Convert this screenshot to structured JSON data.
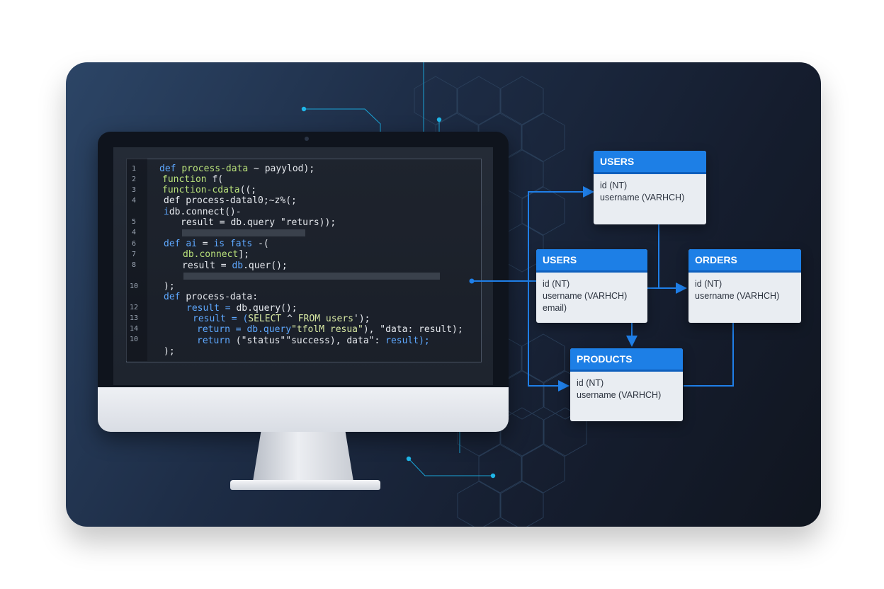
{
  "editor": {
    "line_numbers": [
      "1",
      "2",
      "3",
      "4",
      "5",
      "4",
      "6",
      "7",
      "8",
      "10",
      "12",
      "13",
      "14",
      "10"
    ],
    "lines": [
      [
        {
          "t": "def ",
          "c": "kw"
        },
        {
          "t": "process-data",
          "c": "fn"
        },
        {
          "t": " ~ payylod);",
          "c": "tx"
        }
      ],
      [
        {
          "t": "function ",
          "c": "fn"
        },
        {
          "t": "f(",
          "c": "tx"
        }
      ],
      [
        {
          "t": "function-cdata",
          "c": "fn"
        },
        {
          "t": "((;",
          "c": "tx"
        }
      ],
      [
        {
          "t": "def process-data",
          "c": "tx"
        },
        {
          "t": "l0;~z%(;",
          "c": "tx"
        }
      ],
      [
        {
          "t": "i",
          "c": "kw"
        },
        {
          "t": "db.connect()-",
          "c": "tx"
        }
      ],
      [
        {
          "t": "result = db.query \"returs));",
          "c": "tx"
        }
      ],
      [
        {
          "t": "",
          "c": "tx"
        }
      ],
      [
        {
          "t": "def ",
          "c": "kw"
        },
        {
          "t": "ai",
          "c": "kw"
        },
        {
          "t": " = ",
          "c": "tx"
        },
        {
          "t": "is fats",
          "c": "kw"
        },
        {
          "t": " -(",
          "c": "tx"
        }
      ],
      [
        {
          "t": "db.connect",
          "c": "fn"
        },
        {
          "t": "];",
          "c": "tx"
        }
      ],
      [
        {
          "t": "result = ",
          "c": "tx"
        },
        {
          "t": "db",
          "c": "kw"
        },
        {
          "t": ".quer();",
          "c": "tx"
        }
      ],
      [
        {
          "t": "",
          "c": "tx"
        }
      ],
      [
        {
          "t": ");",
          "c": "tx"
        }
      ],
      [
        {
          "t": "def ",
          "c": "kw"
        },
        {
          "t": "process-data:",
          "c": "tx"
        }
      ],
      [
        {
          "t": "result = ",
          "c": "kw"
        },
        {
          "t": "db.query();",
          "c": "tx"
        }
      ],
      [
        {
          "t": "result = (",
          "c": "kw"
        },
        {
          "t": "SELECT",
          "c": "str"
        },
        {
          "t": " ^ ",
          "c": "tx"
        },
        {
          "t": "FROM users",
          "c": "str"
        },
        {
          "t": "');",
          "c": "tx"
        }
      ],
      [
        {
          "t": "return = ",
          "c": "kw"
        },
        {
          "t": "db.query",
          "c": "kw"
        },
        {
          "t": "\"tfolM resua\"",
          "c": "str"
        },
        {
          "t": "), \"data: result);",
          "c": "tx"
        }
      ],
      [
        {
          "t": "return ",
          "c": "kw"
        },
        {
          "t": "(\"status\"",
          "c": "tx"
        },
        {
          "t": "\"success), ",
          "c": "tx"
        },
        {
          "t": "data\": ",
          "c": "tx"
        },
        {
          "t": "result);",
          "c": "kw"
        }
      ],
      [
        {
          "t": ");",
          "c": "tx"
        }
      ]
    ]
  },
  "tables": {
    "users_top": {
      "title": "USERS",
      "fields": [
        "id (NT)",
        "username (VARHCH)"
      ]
    },
    "users_mid": {
      "title": "USERS",
      "fields": [
        "id (NT)",
        "username (VARHCH)",
        "email)"
      ]
    },
    "orders": {
      "title": "ORDERS",
      "fields": [
        "id (NT)",
        "username (VARHCH)"
      ]
    },
    "products": {
      "title": "PRODUCTS",
      "fields": [
        "id (NT)",
        "username (VARHCH)"
      ]
    }
  },
  "colors": {
    "accent": "#1d7fe6",
    "connector": "#1f7fe8",
    "circuit": "#1aa3d6",
    "background_dark": "#151d2e"
  }
}
